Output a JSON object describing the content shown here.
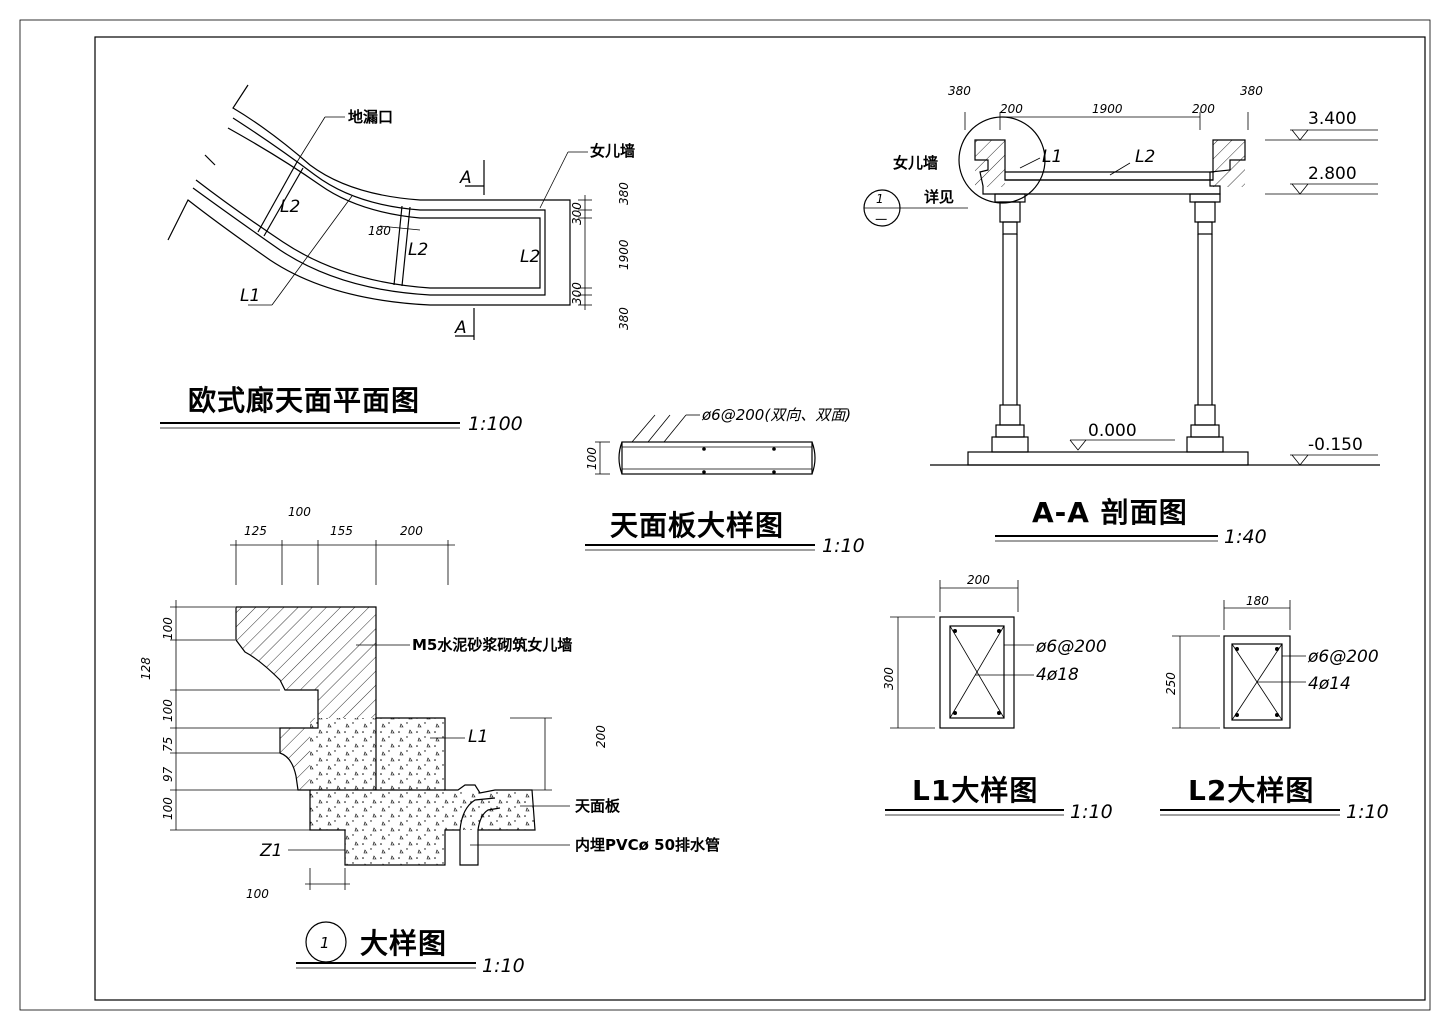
{
  "plan": {
    "title": "欧式廊天面平面图",
    "scale": "1:100",
    "labels": {
      "floor_drain": "地漏口",
      "parapet": "女儿墙",
      "l1": "L1",
      "l2_a": "L2",
      "l2_b": "L2",
      "l2_c": "L2",
      "section_a_top": "A",
      "section_a_bottom": "A"
    },
    "dims": {
      "d180": "180",
      "d300a": "300",
      "d300b": "300",
      "d380a": "380",
      "d1900": "1900",
      "d380b": "380"
    }
  },
  "slab": {
    "title": "天面板大样图",
    "scale": "1:10",
    "rebar_note": "ø6@200(双向、双面)",
    "thickness": "100"
  },
  "section": {
    "title": "A-A 剖面图",
    "scale": "1:40",
    "dims": {
      "d380a": "380",
      "d200a": "200",
      "d1900": "1900",
      "d200b": "200",
      "d380b": "380"
    },
    "elevations": {
      "e1": "3.400",
      "e2": "2.800",
      "e3": "0.000",
      "e4": "-0.150"
    },
    "labels": {
      "parapet": "女儿墙",
      "see": "详见",
      "l1": "L1",
      "l2": "L2"
    },
    "detail_ref": {
      "num": "1",
      "sheet": "一"
    }
  },
  "detail": {
    "title": "大样图",
    "num": "1",
    "scale": "1:10",
    "top_dims": {
      "d100": "100",
      "d125": "125",
      "d155": "155",
      "d200": "200"
    },
    "left_dims": {
      "d100a": "100",
      "d128": "128",
      "d100b": "100",
      "d75": "75",
      "d97": "97",
      "d100c": "100"
    },
    "right_dim": "200",
    "bottom_dim": "100",
    "labels": {
      "wall": "M5水泥砂浆砌筑女儿墙",
      "l1": "L1",
      "slab": "天面板",
      "pipe": "内埋PVCø 50排水管",
      "z1": "Z1"
    }
  },
  "beam_l1": {
    "title": "L1大样图",
    "scale": "1:10",
    "width": "200",
    "height": "300",
    "stirrup": "ø6@200",
    "main_bars": "4ø18"
  },
  "beam_l2": {
    "title": "L2大样图",
    "scale": "1:10",
    "width": "180",
    "height": "250",
    "stirrup": "ø6@200",
    "main_bars": "4ø14"
  }
}
